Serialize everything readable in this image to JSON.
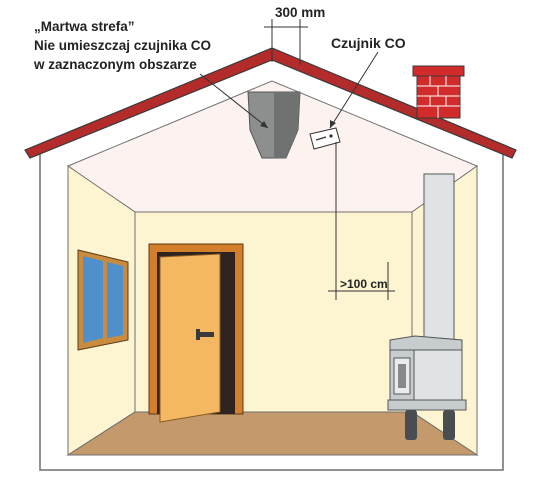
{
  "annotations": {
    "dead_zone": {
      "line1": "„Martwa strefa”",
      "line2": "Nie umieszczaj czujnika CO",
      "line3": "w zaznaczonym obszarze"
    },
    "gap": "300 mm",
    "detector": "Czujnik CO",
    "distance": ">100 cm"
  },
  "colors": {
    "wall": "#fdf5d2",
    "ceiling": "#fcf3f0",
    "floor": "#c49a6c",
    "roof": "#b32b2b",
    "dead_zone": "#8c8f8e",
    "door": "#f5b862",
    "door_frame": "#d27e2a",
    "window_frame": "#c98b3d",
    "window_glass": "#4f90cc",
    "chimney": "#d12b2b",
    "stove": "#dfe3e5"
  },
  "icons": [
    "chimney-icon",
    "co-detector-icon",
    "stove-icon",
    "door-icon",
    "window-icon"
  ]
}
